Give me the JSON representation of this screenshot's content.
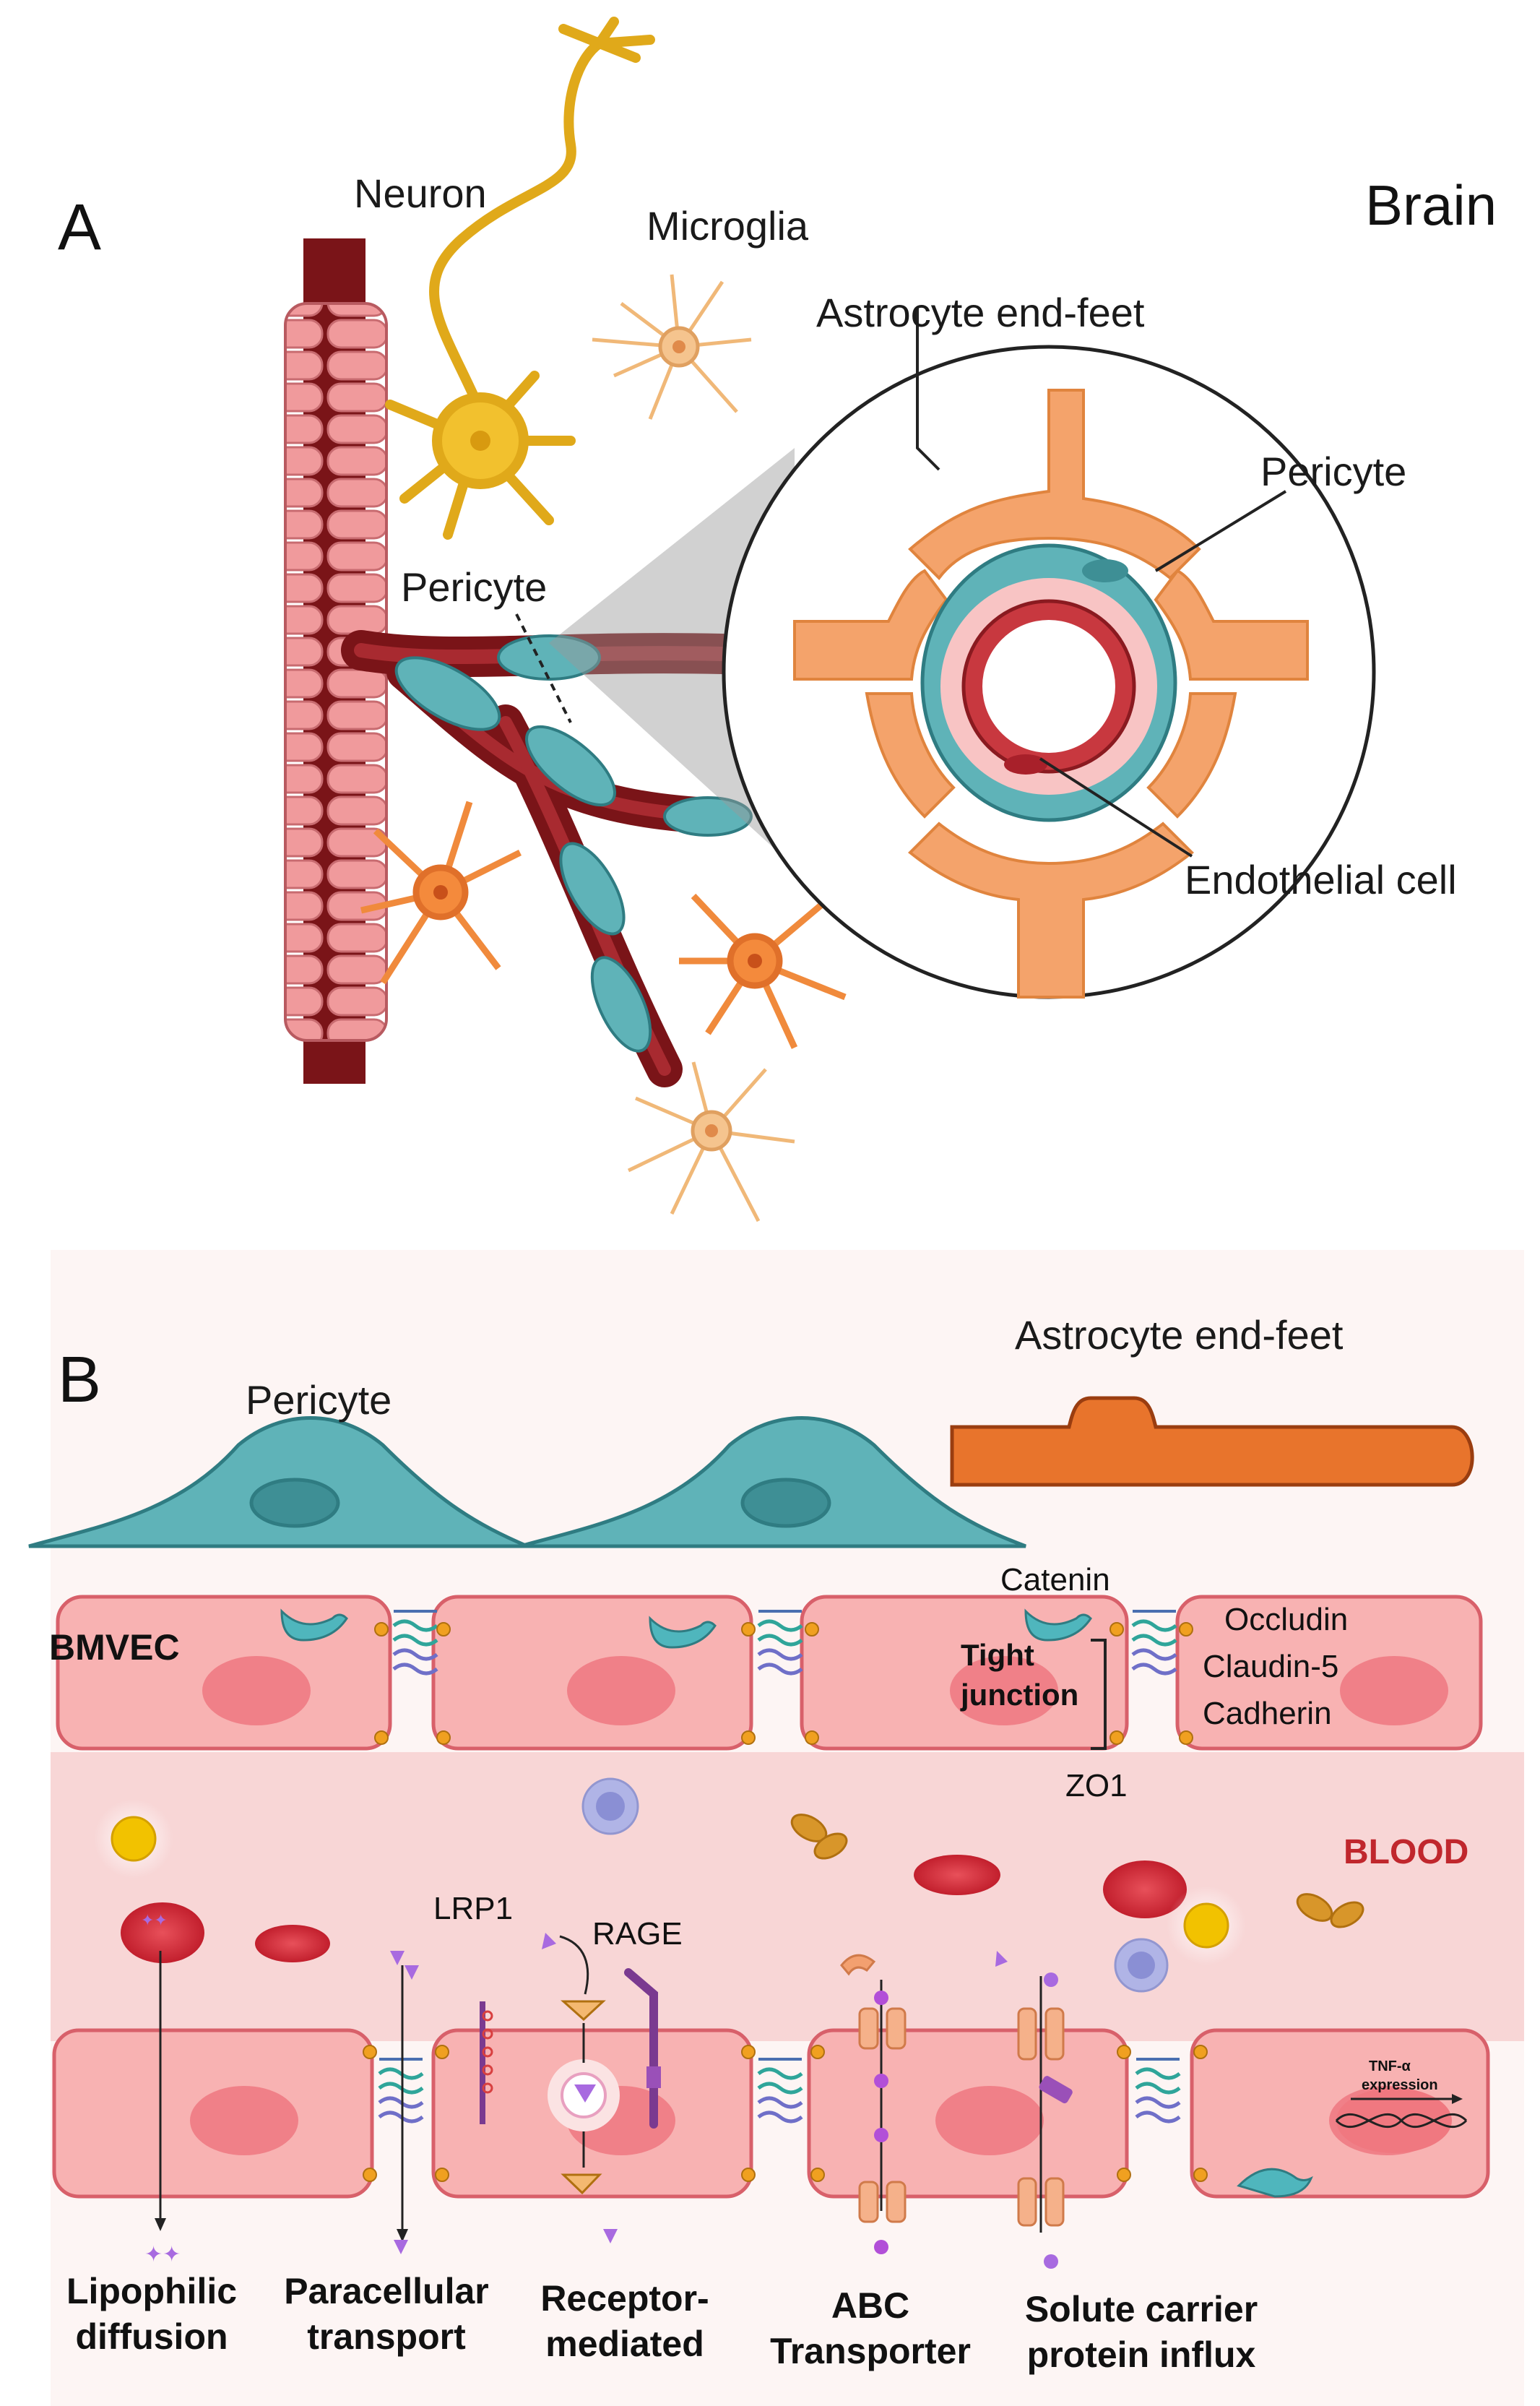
{
  "panel_a": {
    "letter": "A",
    "brain": "Brain",
    "neuron": "Neuron",
    "microglia": "Microglia",
    "astrocyte_end_feet": "Astrocyte end-feet",
    "pericyte_inset": "Pericyte",
    "pericyte": "Pericyte",
    "endothelial_cell": "Endothelial cell"
  },
  "panel_b": {
    "letter": "B",
    "pericyte": "Pericyte",
    "astrocyte_end_feet": "Astrocyte end-feet",
    "catenin": "Catenin",
    "bmvec": "BMVEC",
    "tight_junction_line1": "Tight",
    "tight_junction_line2": "junction",
    "occludin": "Occludin",
    "claudin5": "Claudin-5",
    "cadherin": "Cadherin",
    "zo1": "ZO1",
    "blood": "BLOOD",
    "lrp1": "LRP1",
    "rage": "RAGE",
    "tnf_line1": "TNF-α",
    "tnf_line2": "expression",
    "mechanisms": [
      {
        "line1": "Lipophilic",
        "line2": "diffusion"
      },
      {
        "line1": "Paracellular",
        "line2": "transport"
      },
      {
        "line1": "Receptor-",
        "line2": "mediated"
      },
      {
        "line1": "ABC",
        "line2": "Transporter"
      },
      {
        "line1": "Solute carrier",
        "line2": "protein influx"
      }
    ]
  },
  "colors": {
    "vessel_dark": "#7a1418",
    "vessel_pink": "#f0a0a0",
    "pericyte_teal": "#5fb3b8",
    "astrocyte_orange": "#f4a36b",
    "astrocyte_deep": "#e8742c",
    "neuron_yellow": "#f2c12e",
    "microglia_tan": "#f5c48e",
    "bmvec_pink": "#f8b2b2",
    "blood_band": "#f8d6d6",
    "blood_label": "#c0272d"
  }
}
